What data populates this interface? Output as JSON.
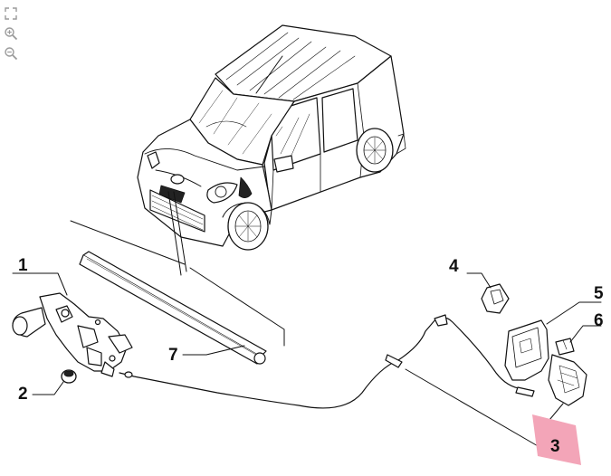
{
  "toolbar": {
    "tools": [
      {
        "name": "fit-to-window-icon"
      },
      {
        "name": "zoom-in-icon"
      },
      {
        "name": "zoom-out-icon"
      }
    ]
  },
  "colors": {
    "line": "#111111",
    "highlight": "#f3a5b8",
    "toolbar_icon": "#9a9a9a"
  },
  "callouts": [
    {
      "id": "1",
      "label": "1"
    },
    {
      "id": "2",
      "label": "2"
    },
    {
      "id": "3",
      "label": "3",
      "highlighted": true
    },
    {
      "id": "4",
      "label": "4"
    },
    {
      "id": "5",
      "label": "5"
    },
    {
      "id": "6",
      "label": "6"
    },
    {
      "id": "7",
      "label": "7"
    }
  ]
}
